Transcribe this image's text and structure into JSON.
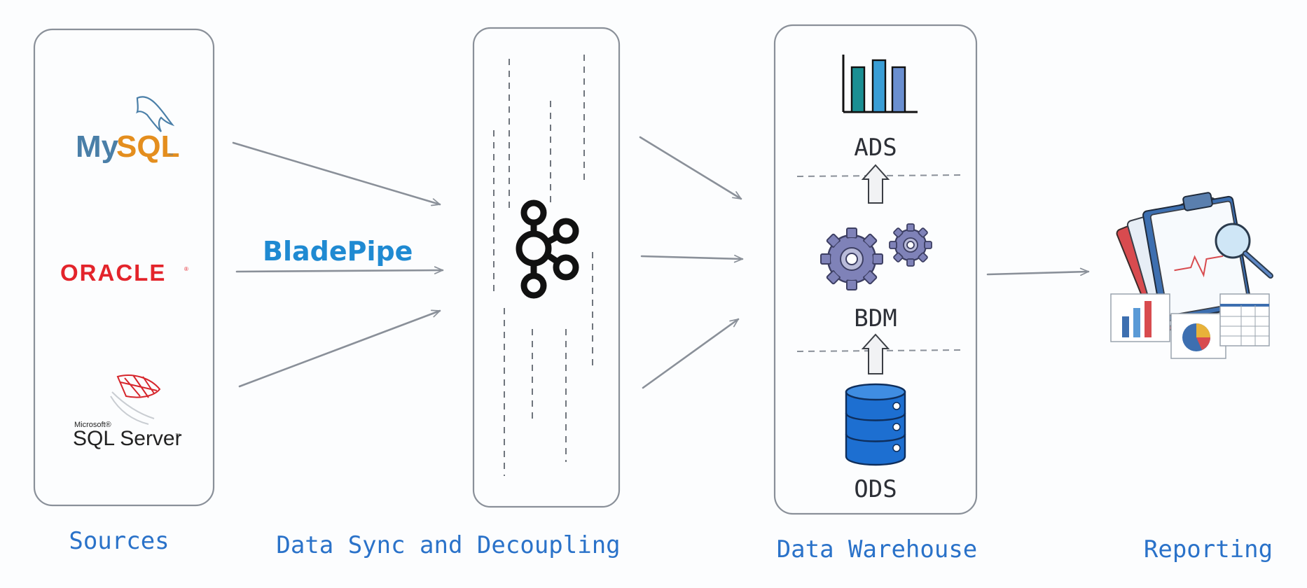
{
  "logos": {
    "mysql_my": "My",
    "mysql_sql": "SQL",
    "mysql_tm": "™",
    "oracle": "ORACLE",
    "oracle_reg": "®",
    "sqlserver_microsoft": "Microsoft®",
    "sqlserver_name": "SQL Server",
    "sqlserver_tm": "™",
    "bladepipe": "BladePipe"
  },
  "warehouse_layers": {
    "top": "ADS",
    "middle": "BDM",
    "bottom": "ODS"
  },
  "captions": {
    "sources": "Sources",
    "sync": "Data Sync and Decoupling",
    "warehouse": "Data Warehouse",
    "reporting": "Reporting"
  },
  "colors": {
    "caption": "#2a72c9",
    "mysql_blue": "#4a7fa8",
    "mysql_orange": "#e48e1e",
    "oracle_red": "#e3242b",
    "bladepipe": "#1f8ad2",
    "database": "#1d6fd1",
    "gear": "#7f82b8"
  },
  "icons": [
    "mysql-logo",
    "oracle-logo",
    "sql-server-logo",
    "bladepipe-logo",
    "kafka-icon",
    "bar-chart-icon",
    "gears-icon",
    "database-icon",
    "up-arrow-icon",
    "report-clipboard-icon"
  ]
}
